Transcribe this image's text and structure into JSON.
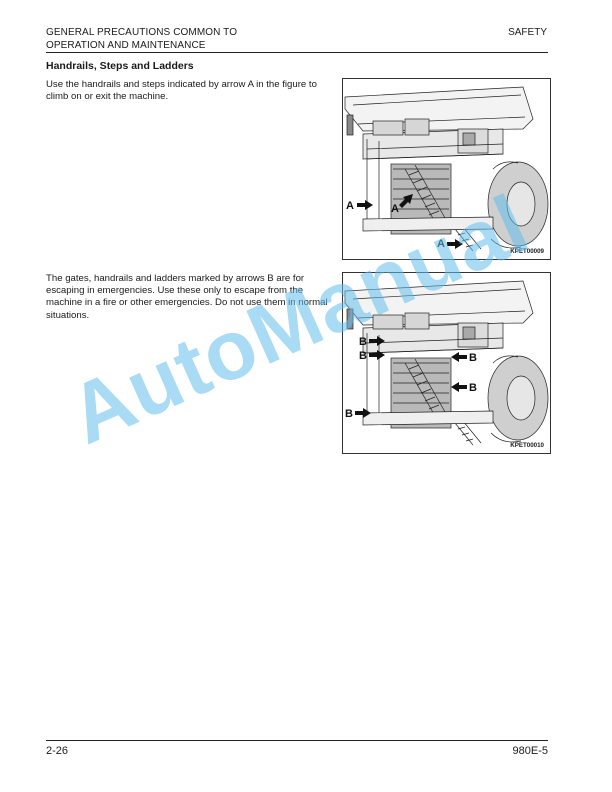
{
  "header": {
    "title_line1": "GENERAL PRECAUTIONS COMMON TO",
    "title_line2": "OPERATION AND MAINTENANCE",
    "section": "SAFETY"
  },
  "content": {
    "heading": "Handrails, Steps and Ladders",
    "paragraph1": "Use the handrails and steps indicated by arrow A in the figure to climb on or exit the machine.",
    "paragraph2": "The gates, handrails and ladders marked by arrows B are for escaping in emergencies. Use these only to escape from the machine in a fire or other emergencies. Do not use them in normal situations."
  },
  "figures": [
    {
      "code": "KPET00009",
      "callout": "A"
    },
    {
      "code": "KPET00010",
      "callout": "B"
    }
  ],
  "watermark": "AutoManual",
  "footer": {
    "page": "2-26",
    "model": "980E-5"
  },
  "colors": {
    "watermark": "#64bee b",
    "rule": "#222222"
  }
}
